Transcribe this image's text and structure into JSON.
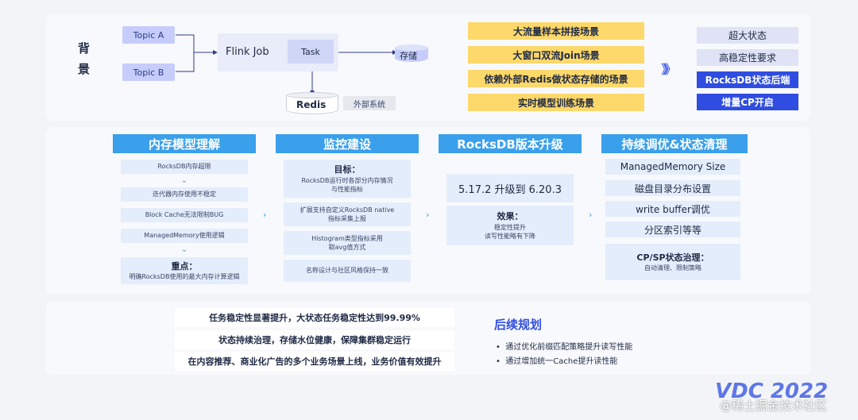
{
  "background": {
    "label": "背\n景",
    "topic_a": "Topic A",
    "topic_b": "Topic B",
    "flink_job": "Flink Job",
    "task": "Task",
    "storage": "存储",
    "redis": "Redis",
    "external": "外部系统",
    "scenarios": [
      "大流量样本拼接场景",
      "大窗口双流Join场景",
      "依赖外部Redis做状态存储的场景",
      "实时模型训练场景"
    ],
    "arrows": "》》》",
    "requirements": [
      "超大状态",
      "高稳定性要求",
      "RocksDB状态后端",
      "增量CP开启"
    ]
  },
  "columns": {
    "memory": {
      "title": "内存模型理解",
      "items": [
        "RocksDB内存超限",
        "迭代器内存使用不稳定",
        "Block Cache无法限制BUG",
        "ManagedMemory使用逻辑"
      ],
      "key_title": "重点：",
      "key_text": "明确RocksDB使用的最大内存计算逻辑"
    },
    "monitor": {
      "title": "监控建设",
      "goal_title": "目标：",
      "goal_text": "RocksDB运行时各部分内存情况\n与性能指标",
      "items": [
        "扩展支持自定义RocksDB native\n指标采集上报",
        "Histogram类型指标采用\n取avg值方式",
        "名称设计与社区风格保持一致"
      ]
    },
    "upgrade": {
      "title": "RocksDB版本升级",
      "version": "5.17.2 升级到 6.20.3",
      "effect_title": "效果：",
      "effect_text": "稳定性提升\n读写性能略有下降"
    },
    "tuning": {
      "title": "持续调优&状态清理",
      "items": [
        "ManagedMemory Size",
        "磁盘目录分布设置",
        "write buffer调优",
        "分区索引等等"
      ],
      "cp_title": "CP/SP状态治理：",
      "cp_text": "自动清理、限制策略"
    }
  },
  "results": [
    "任务稳定性显著提升，大状态任务稳定性达到99.99%",
    "状态持续治理，存储水位健康，保障集群稳定运行",
    "在内容推荐、商业化广告的多个业务场景上线，业务价值有效提升"
  ],
  "plan": {
    "title": "后续规划",
    "items": [
      "通过优化前缀匹配策略提升读写性能",
      "通过增加统一Cache提升读性能"
    ]
  },
  "watermark": {
    "logo": "VDC 2022",
    "text": "@稀土掘金技术社区"
  }
}
